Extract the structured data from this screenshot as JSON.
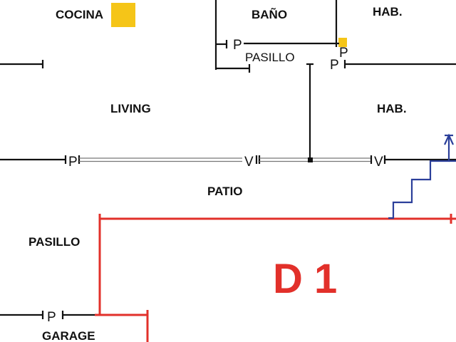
{
  "rooms": {
    "cocina": "COCINA",
    "bano": "BAÑO",
    "hab_top": "HAB.",
    "pasillo_top": "PASILLO",
    "living": "LIVING",
    "hab_mid": "HAB.",
    "patio": "PATIO",
    "pasillo_left": "PASILLO",
    "garage": "GARAGE"
  },
  "markers": {
    "p": "P",
    "v": "V"
  },
  "zone_label": "D 1",
  "colors": {
    "wall": "#111111",
    "red_boundary": "#e2302a",
    "stair": "#2b3f9a",
    "accent_yellow": "#f5c518"
  }
}
